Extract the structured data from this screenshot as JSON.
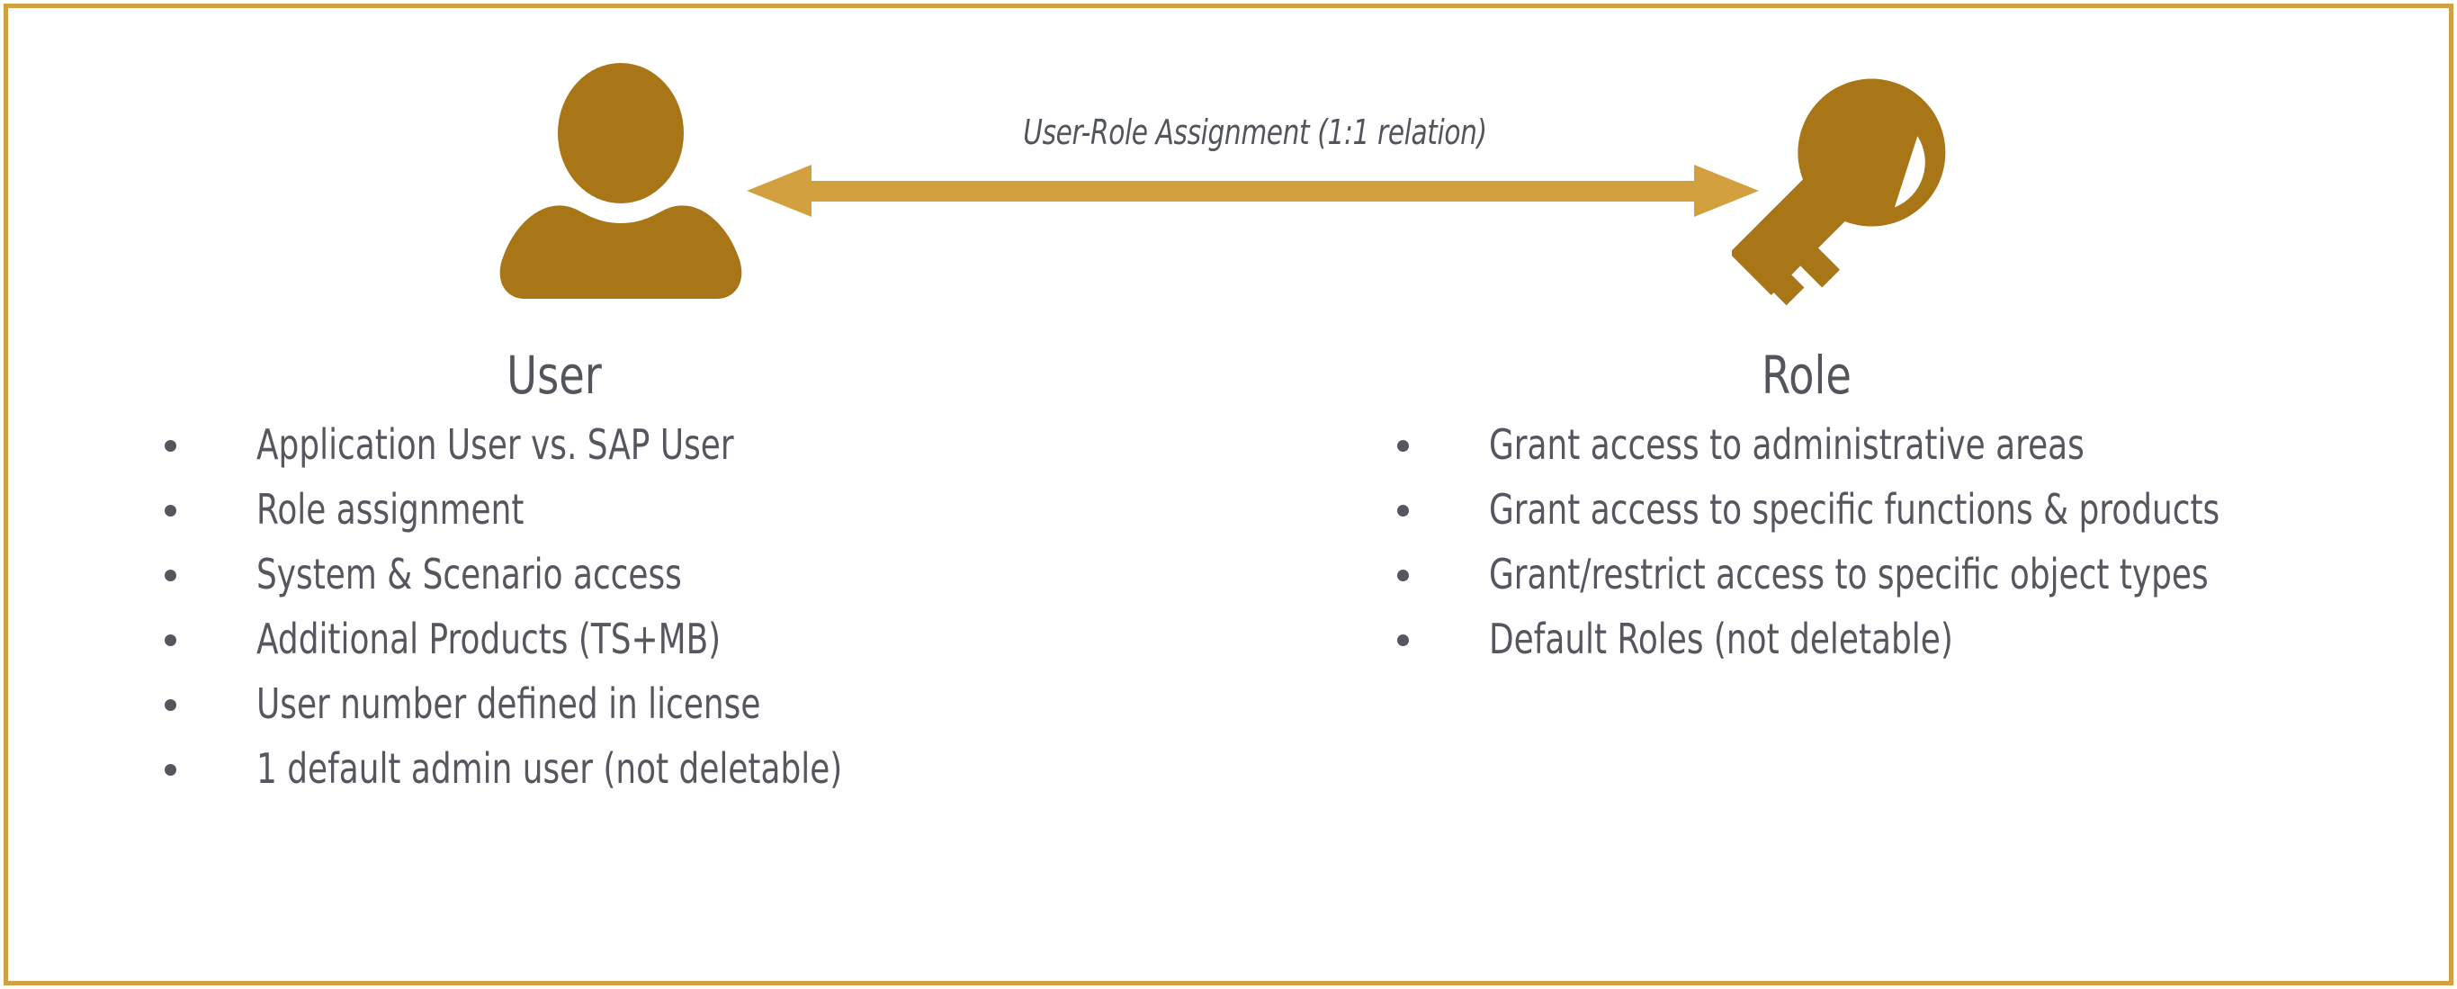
{
  "theme": {
    "icon_color": "#a87617",
    "accent_color": "#d2a03f",
    "text_color": "#55565e",
    "background_color": "#ffffff"
  },
  "relation": {
    "label": "User-Role Assignment (1:1 relation)",
    "arrow_direction": "bidirectional"
  },
  "left": {
    "icon": "person-icon",
    "heading": "User",
    "bullets": [
      "Application User vs. SAP User",
      "Role assignment",
      "System & Scenario access",
      "Additional Products (TS+MB)",
      "User number defined in license",
      "1 default admin user (not deletable)"
    ]
  },
  "right": {
    "icon": "key-icon",
    "heading": "Role",
    "bullets": [
      "Grant access to administrative areas",
      "Grant access to specific functions & products",
      "Grant/restrict access to specific object types",
      "Default Roles (not deletable)"
    ]
  }
}
